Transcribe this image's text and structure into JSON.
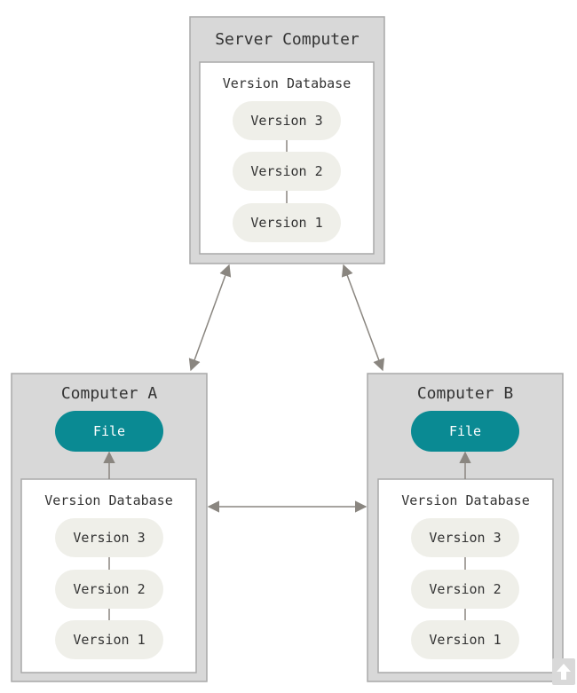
{
  "server": {
    "title": "Server Computer",
    "db_title": "Version Database",
    "versions": [
      "Version 3",
      "Version 2",
      "Version 1"
    ]
  },
  "computer_a": {
    "title": "Computer A",
    "file_label": "File",
    "db_title": "Version Database",
    "versions": [
      "Version 3",
      "Version 2",
      "Version 1"
    ]
  },
  "computer_b": {
    "title": "Computer B",
    "file_label": "File",
    "db_title": "Version Database",
    "versions": [
      "Version 3",
      "Version 2",
      "Version 1"
    ]
  },
  "colors": {
    "outer_box": "#d8d8d8",
    "outer_border": "#a9a9a9",
    "version_pill": "#efefe9",
    "file_pill": "#0a8a93",
    "arrow": "#8a8680",
    "text": "#333333"
  },
  "icons": {
    "scroll_top": "arrow-up-icon"
  }
}
